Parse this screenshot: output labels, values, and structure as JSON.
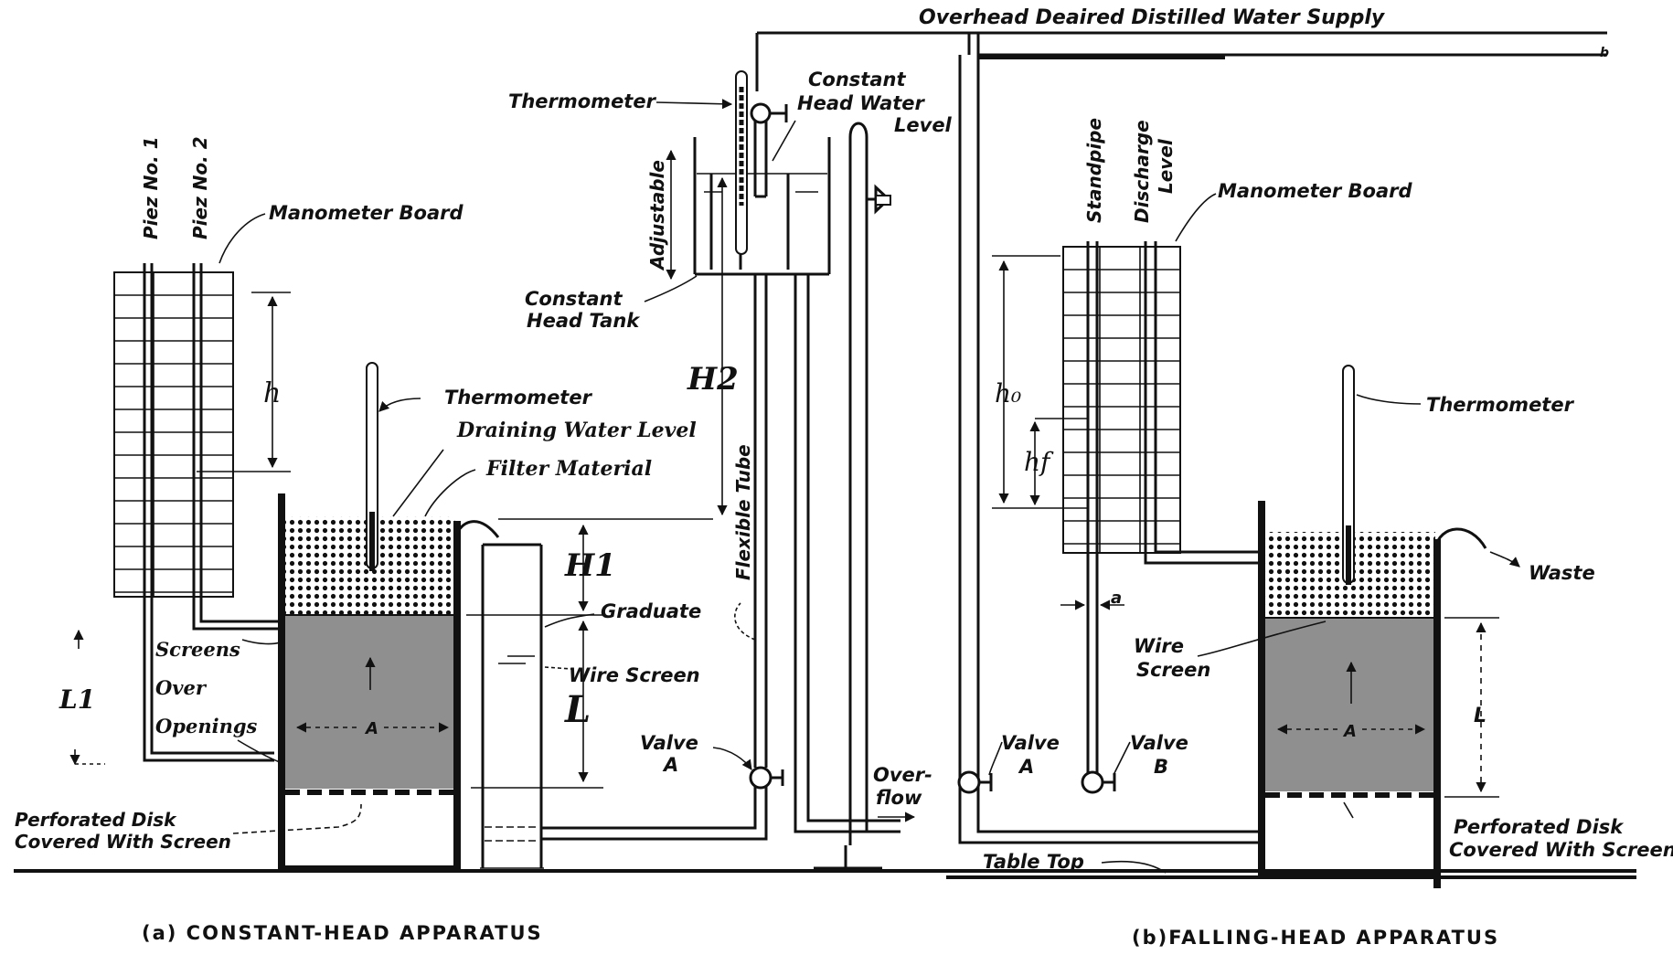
{
  "title_top": "Overhead Deaired Distilled Water Supply",
  "small_b": "b",
  "captions": {
    "left": "(a) CONSTANT-HEAD APPARATUS",
    "right": "(b)FALLING-HEAD APPARATUS"
  },
  "left": {
    "piez1": "Piez No. 1",
    "piez2": "Piez No. 2",
    "manometer_board": "Manometer Board",
    "h": "h",
    "thermometer": "Thermometer",
    "draining_level": "Draining Water Level",
    "filter_material": "Filter Material",
    "screens": "Screens",
    "over": "Over",
    "openings": "Openings",
    "L1": "L1",
    "A": "A",
    "perforated_disk_1": "Perforated Disk",
    "perforated_disk_2": "Covered With Screen",
    "H1": "H1",
    "graduate": "Graduate",
    "wire_screen": "Wire Screen",
    "L": "L"
  },
  "middle": {
    "thermometer": "Thermometer",
    "constant_head_1": "Constant",
    "constant_head_2": "Head Water",
    "constant_head_3": "Level",
    "adjustable": "Adjustable",
    "tank_1": "Constant",
    "tank_2": "Head Tank",
    "H2": "H2",
    "flexible_tube": "Flexible Tube",
    "valve": "Valve",
    "valve_A": "A",
    "overflow_1": "Over-",
    "overflow_2": "flow"
  },
  "right": {
    "standpipe": "Standpipe",
    "discharge_1": "Discharge",
    "discharge_2": "Level",
    "manometer_board": "Manometer Board",
    "h0": "h₀",
    "hf": "hf",
    "thermometer": "Thermometer",
    "waste": "Waste",
    "a": "a",
    "wire": "Wire",
    "screen": "Screen",
    "L": "L",
    "A": "A",
    "valve": "Valve",
    "valve_A": "A",
    "valve_B": "B",
    "table_top": "Table Top",
    "perforated_disk_1": "Perforated Disk",
    "perforated_disk_2": "Covered With Screen"
  }
}
